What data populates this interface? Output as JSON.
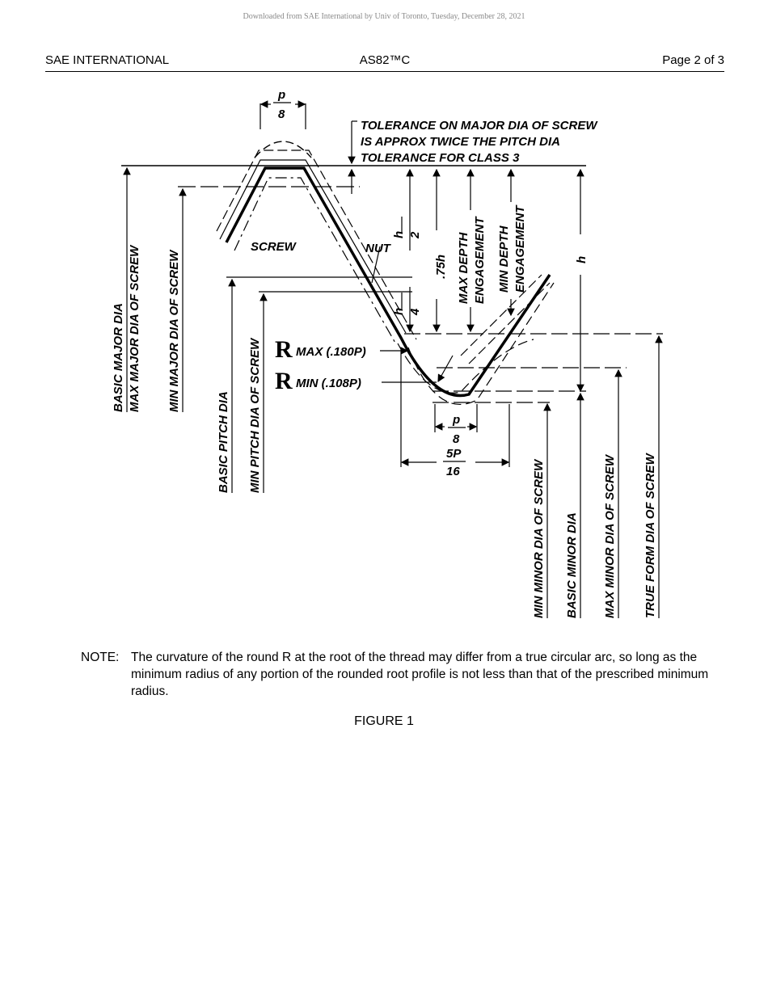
{
  "watermark": "Downloaded from SAE International by Univ of Toronto, Tuesday, December 28, 2021",
  "header": {
    "left": "SAE INTERNATIONAL",
    "center": "AS82™C",
    "right": "Page 2 of 3"
  },
  "figure": {
    "frac_top_num": "p",
    "frac_top_den": "8",
    "tolerance_note": [
      "TOLERANCE ON MAJOR DIA OF SCREW",
      "IS APPROX TWICE THE PITCH DIA",
      "TOLERANCE FOR CLASS 3"
    ],
    "screw": "SCREW",
    "nut": "NUT",
    "h2_num": "h",
    "h2_den": "2",
    "h4_num": "h",
    "h4_den": "4",
    "h75": ".75h",
    "max_depth": [
      "MAX DEPTH",
      "ENGAGEMENT"
    ],
    "min_depth": [
      "MIN DEPTH",
      "ENGAGEMENT"
    ],
    "h": "h",
    "r_symbol": "R",
    "r_max": "MAX (.180P)",
    "r_min": "MIN (.108P)",
    "frac_bot_num": "p",
    "frac_bot_den": "8",
    "frac_5p_num": "5P",
    "frac_5p_den": "16",
    "left_labels": [
      "BASIC MAJOR DIA",
      "MAX MAJOR DIA OF SCREW",
      "MIN MAJOR DIA OF SCREW",
      "BASIC PITCH DIA",
      "MIN PITCH DIA OF SCREW"
    ],
    "right_labels": [
      "MIN MINOR DIA OF SCREW",
      "BASIC MINOR DIA",
      "MAX MINOR DIA OF SCREW",
      "TRUE FORM DIA OF SCREW"
    ]
  },
  "note": {
    "label": "NOTE:",
    "text": "The curvature of the round R at the root of the thread may differ from a true circular arc, so long as the minimum radius of any portion of the rounded root profile is not less than that of the prescribed minimum radius."
  },
  "caption": "FIGURE 1"
}
